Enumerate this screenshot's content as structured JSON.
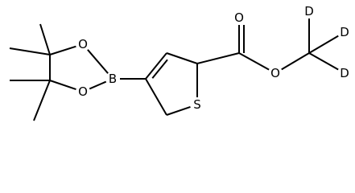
{
  "structure": {
    "atoms": [
      {
        "key": "me1",
        "element": "C"
      },
      {
        "key": "me2",
        "element": "C"
      },
      {
        "key": "me3",
        "element": "C"
      },
      {
        "key": "me4",
        "element": "C"
      },
      {
        "key": "c_left_top",
        "element": "C"
      },
      {
        "key": "c_left_bot",
        "element": "C"
      },
      {
        "key": "o_boron_top",
        "element": "O",
        "label": "O"
      },
      {
        "key": "o_boron_bot",
        "element": "O",
        "label": "O"
      },
      {
        "key": "boron",
        "element": "B",
        "label": "B"
      },
      {
        "key": "c4",
        "element": "C"
      },
      {
        "key": "c3",
        "element": "C"
      },
      {
        "key": "c2",
        "element": "C"
      },
      {
        "key": "sulfur",
        "element": "S",
        "label": "S"
      },
      {
        "key": "c5",
        "element": "C"
      },
      {
        "key": "c_carbonyl",
        "element": "C"
      },
      {
        "key": "o_carbonyl",
        "element": "O",
        "label": "O"
      },
      {
        "key": "o_ester",
        "element": "O",
        "label": "O"
      },
      {
        "key": "c_methyl",
        "element": "C"
      },
      {
        "key": "d1",
        "element": "D",
        "label": "D"
      },
      {
        "key": "d2",
        "element": "D",
        "label": "D"
      },
      {
        "key": "d3",
        "element": "D",
        "label": "D"
      }
    ],
    "bonds": [
      {
        "from": "me1",
        "to": "c_left_top",
        "order": 1
      },
      {
        "from": "me2",
        "to": "c_left_top",
        "order": 1
      },
      {
        "from": "me3",
        "to": "c_left_bot",
        "order": 1
      },
      {
        "from": "me4",
        "to": "c_left_bot",
        "order": 1
      },
      {
        "from": "c_left_top",
        "to": "c_left_bot",
        "order": 1
      },
      {
        "from": "c_left_top",
        "to": "o_boron_top",
        "order": 1
      },
      {
        "from": "c_left_bot",
        "to": "o_boron_bot",
        "order": 1
      },
      {
        "from": "o_boron_top",
        "to": "boron",
        "order": 1
      },
      {
        "from": "o_boron_bot",
        "to": "boron",
        "order": 1
      },
      {
        "from": "boron",
        "to": "c4",
        "order": 1
      },
      {
        "from": "c4",
        "to": "c3",
        "order": 2
      },
      {
        "from": "c3",
        "to": "c2",
        "order": 1
      },
      {
        "from": "c2",
        "to": "sulfur",
        "order": 1
      },
      {
        "from": "sulfur",
        "to": "c5",
        "order": 1
      },
      {
        "from": "c5",
        "to": "c4",
        "order": 1
      },
      {
        "from": "c2",
        "to": "c_carbonyl",
        "order": 1
      },
      {
        "from": "c_carbonyl",
        "to": "o_carbonyl",
        "order": 2
      },
      {
        "from": "c_carbonyl",
        "to": "o_ester",
        "order": 1
      },
      {
        "from": "o_ester",
        "to": "c_methyl",
        "order": 1
      },
      {
        "from": "c_methyl",
        "to": "d1",
        "order": 1
      },
      {
        "from": "c_methyl",
        "to": "d2",
        "order": 1
      },
      {
        "from": "c_methyl",
        "to": "d3",
        "order": 1
      }
    ]
  }
}
